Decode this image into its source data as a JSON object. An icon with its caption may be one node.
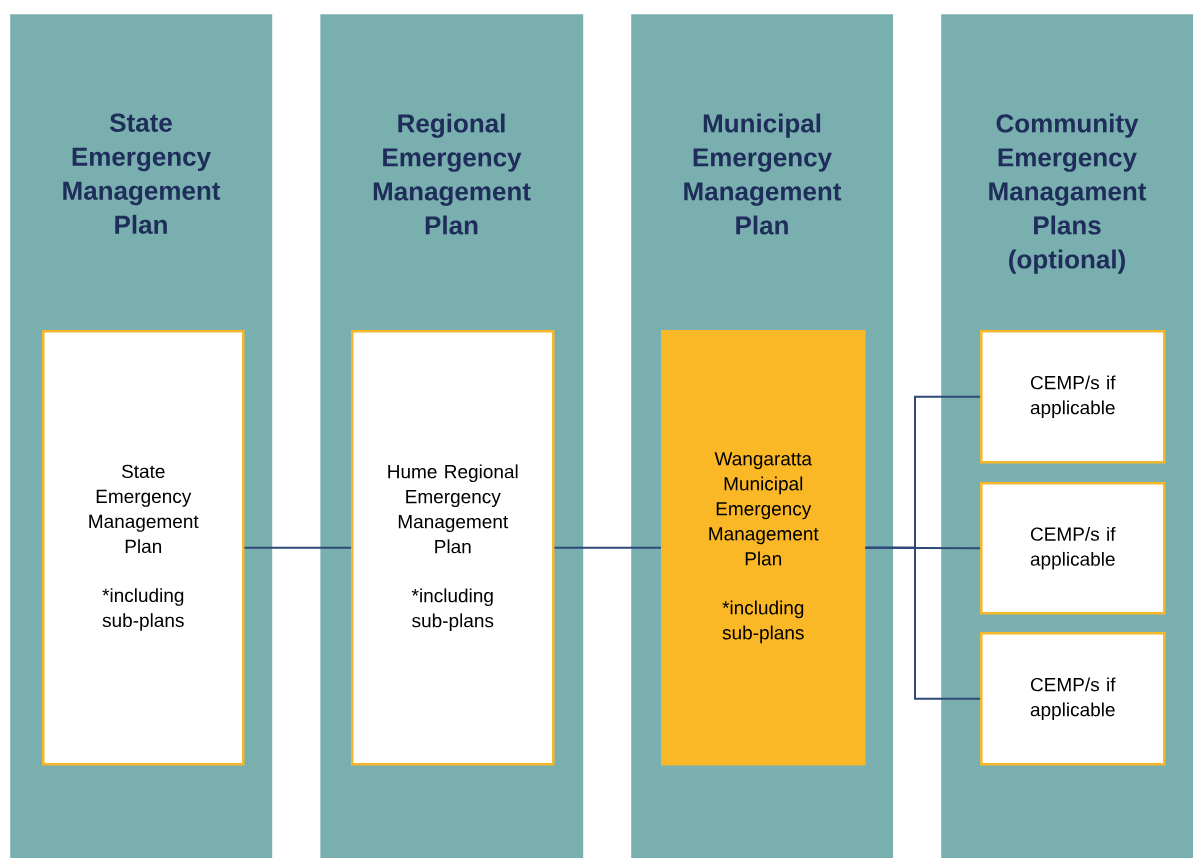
{
  "diagram": {
    "nodes": [
      {
        "text": [
          "State Emergency Management Plan"
        ]
      },
      {
        "text": [
          "State Emergency Management Plan",
          "*including sub-plans"
        ],
        "in": 0
      },
      {
        "text": [
          "Regional Emergency Management Plan"
        ]
      },
      {
        "text": [
          "Hume Regional Emergency Management Plan",
          "*including sub-plans"
        ],
        "in": 2
      },
      {
        "text": [
          "Municipal Emergency Management Plan"
        ]
      },
      {
        "text": [
          "Wangaratta Municipal Emergency Management Plan",
          "*including sub-plans"
        ],
        "in": 4
      },
      {
        "text": [
          "Community Emergency Managament Plans (optional)"
        ]
      },
      {
        "text": [
          "CEMP/s if applicable"
        ],
        "in": 6
      },
      {
        "text": [
          "CEMP/s if applicable"
        ],
        "in": 6
      },
      {
        "text": [
          "CEMP/s if applicable"
        ],
        "in": 6
      }
    ],
    "edges": [
      {
        "from": 1,
        "to": 3,
        "arrow": "none"
      },
      {
        "from": 3,
        "to": 5,
        "arrow": "none"
      },
      {
        "from": 5,
        "to": 7,
        "arrow": "none"
      },
      {
        "from": 5,
        "to": 8,
        "arrow": "none"
      },
      {
        "from": 5,
        "to": 9,
        "arrow": "none"
      }
    ]
  }
}
